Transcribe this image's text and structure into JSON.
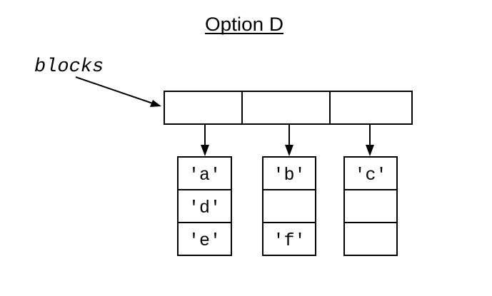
{
  "title": "Option D",
  "variable": {
    "label": "blocks"
  },
  "outer_list": {
    "slots": 3
  },
  "inner_lists": [
    {
      "cells": [
        "'a'",
        "'d'",
        "'e'"
      ]
    },
    {
      "cells": [
        "'b'",
        "",
        "'f'"
      ]
    },
    {
      "cells": [
        "'c'",
        "",
        ""
      ]
    }
  ]
}
